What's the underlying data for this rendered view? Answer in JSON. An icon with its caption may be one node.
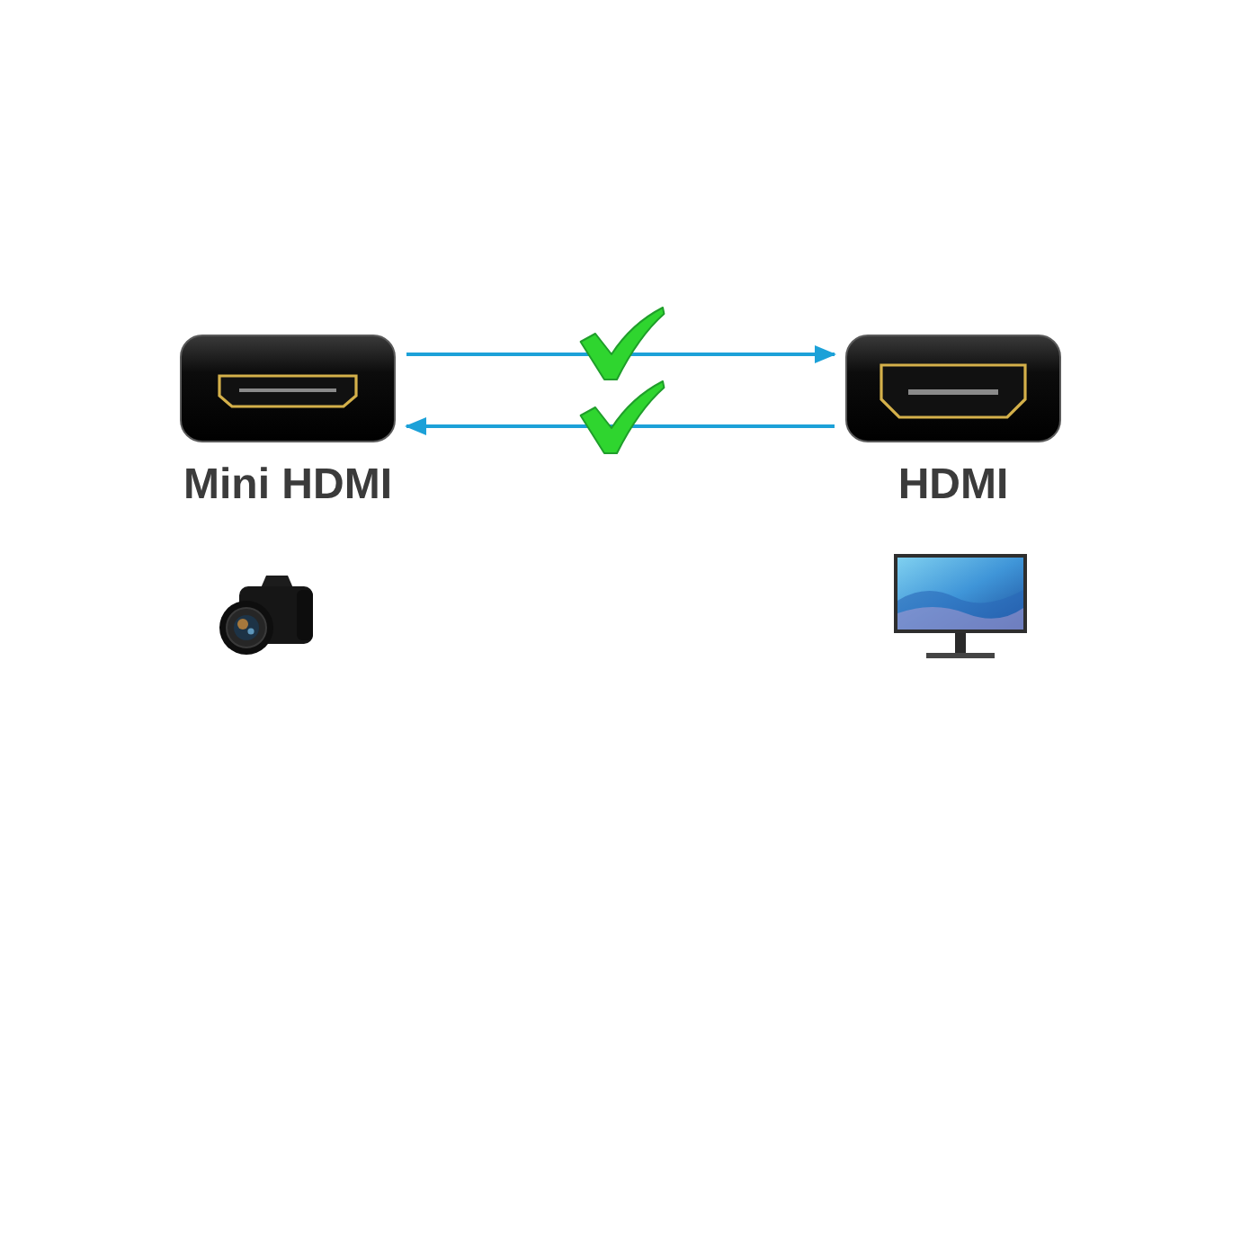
{
  "diagram": {
    "nodes": [
      {
        "text": [
          "Mini HDMI"
        ]
      },
      {
        "text": [
          "HDMI"
        ]
      }
    ],
    "edges": [
      {
        "from": 0,
        "to": 1,
        "arrow": "to"
      },
      {
        "from": 1,
        "to": 0,
        "arrow": "to"
      }
    ]
  }
}
